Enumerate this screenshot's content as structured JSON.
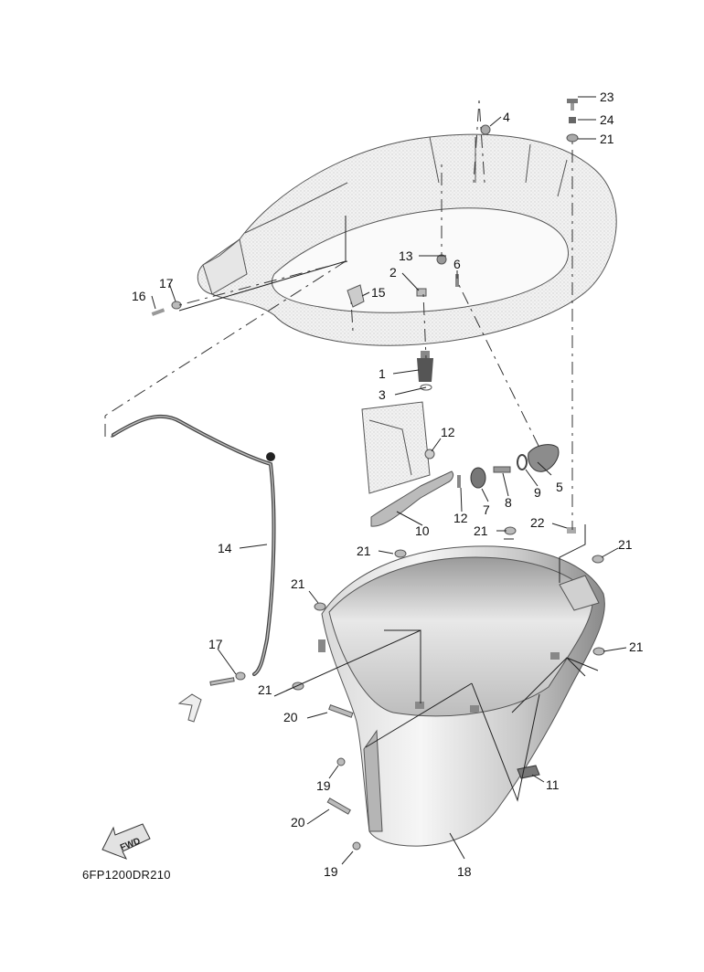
{
  "diagram": {
    "code": "6FP1200DR210",
    "fwd_label": "FWD",
    "callouts": [
      {
        "id": "c1",
        "text": "1"
      },
      {
        "id": "c2",
        "text": "2"
      },
      {
        "id": "c3",
        "text": "3"
      },
      {
        "id": "c4",
        "text": "4"
      },
      {
        "id": "c5",
        "text": "5"
      },
      {
        "id": "c6",
        "text": "6"
      },
      {
        "id": "c7",
        "text": "7"
      },
      {
        "id": "c8",
        "text": "8"
      },
      {
        "id": "c9",
        "text": "9"
      },
      {
        "id": "c10",
        "text": "10"
      },
      {
        "id": "c11",
        "text": "11"
      },
      {
        "id": "c12a",
        "text": "12"
      },
      {
        "id": "c12b",
        "text": "12"
      },
      {
        "id": "c13",
        "text": "13"
      },
      {
        "id": "c14",
        "text": "14"
      },
      {
        "id": "c15",
        "text": "15"
      },
      {
        "id": "c16",
        "text": "16"
      },
      {
        "id": "c17a",
        "text": "17"
      },
      {
        "id": "c17b",
        "text": "17"
      },
      {
        "id": "c18",
        "text": "18"
      },
      {
        "id": "c19a",
        "text": "19"
      },
      {
        "id": "c19b",
        "text": "19"
      },
      {
        "id": "c20a",
        "text": "20"
      },
      {
        "id": "c20b",
        "text": "20"
      },
      {
        "id": "c21a",
        "text": "21"
      },
      {
        "id": "c21b",
        "text": "21"
      },
      {
        "id": "c21c",
        "text": "21"
      },
      {
        "id": "c21d",
        "text": "21"
      },
      {
        "id": "c21e",
        "text": "21"
      },
      {
        "id": "c21f",
        "text": "21"
      },
      {
        "id": "c21g",
        "text": "21"
      },
      {
        "id": "c22",
        "text": "22"
      },
      {
        "id": "c23",
        "text": "23"
      },
      {
        "id": "c24",
        "text": "24"
      }
    ]
  }
}
